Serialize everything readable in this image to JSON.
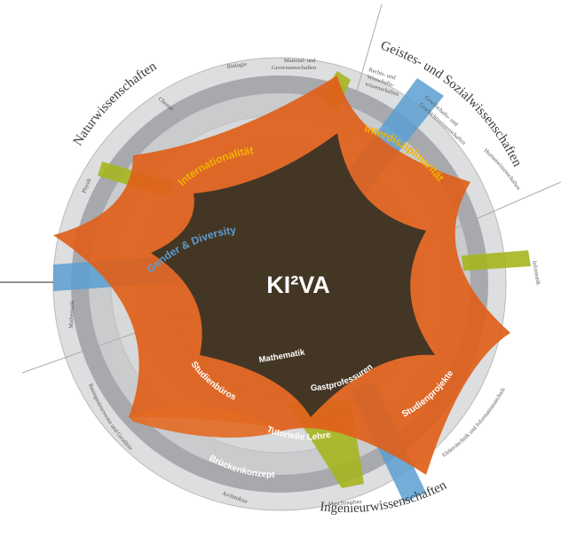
{
  "center_label": "KI²VA",
  "categories": {
    "natural": "Naturwissenschaften",
    "humanities": "Geistes- und Sozialwissenschaften",
    "engineering": "Ingenieurwissenschaften"
  },
  "disciplines": {
    "biologie": "Biologie",
    "material": "Material- und",
    "material2": "Geowissenschaften",
    "chemie": "Chemie",
    "physik": "Physik",
    "mathematik": "Mathematik",
    "bau1": "Bauingenieurwesen und Geodäsie",
    "architektur": "Architektur",
    "maschinenbau": "Maschinenbau",
    "etit": "Elektrotechnik und Informationstechnik",
    "informatik": "Informatik",
    "humanwiss": "Humanwissenschaften",
    "gesellschaft1": "Gesellschafts- und",
    "gesellschaft2": "Geschichtswissenschaften",
    "recht1": "Rechts- und",
    "recht2": "Wirtschafts-",
    "recht3": "wissenschaften"
  },
  "cross_themes": {
    "internationalitaet": "Internationalität",
    "interdisziplinaritaet": "Interdisziplinarität",
    "gender": "Gender & Diversity"
  },
  "measures": {
    "mathematik": "Mathematik",
    "gastprofessuren": "Gastprofessuren",
    "studienbueros": "Studienbüros",
    "studienprojekte": "Studienprojekte",
    "tutorielle_lehre": "Tutorielle Lehre",
    "brueckenkonzept": "Brückenkonzept"
  },
  "colors": {
    "orange": "#e0601a",
    "dark_center": "#3b3424",
    "olive": "#a6b51f",
    "blue": "#5b9fd1",
    "ring_dark": "#8f9194",
    "ring_light": "#cfd1d3",
    "gold": "#f2b400"
  }
}
